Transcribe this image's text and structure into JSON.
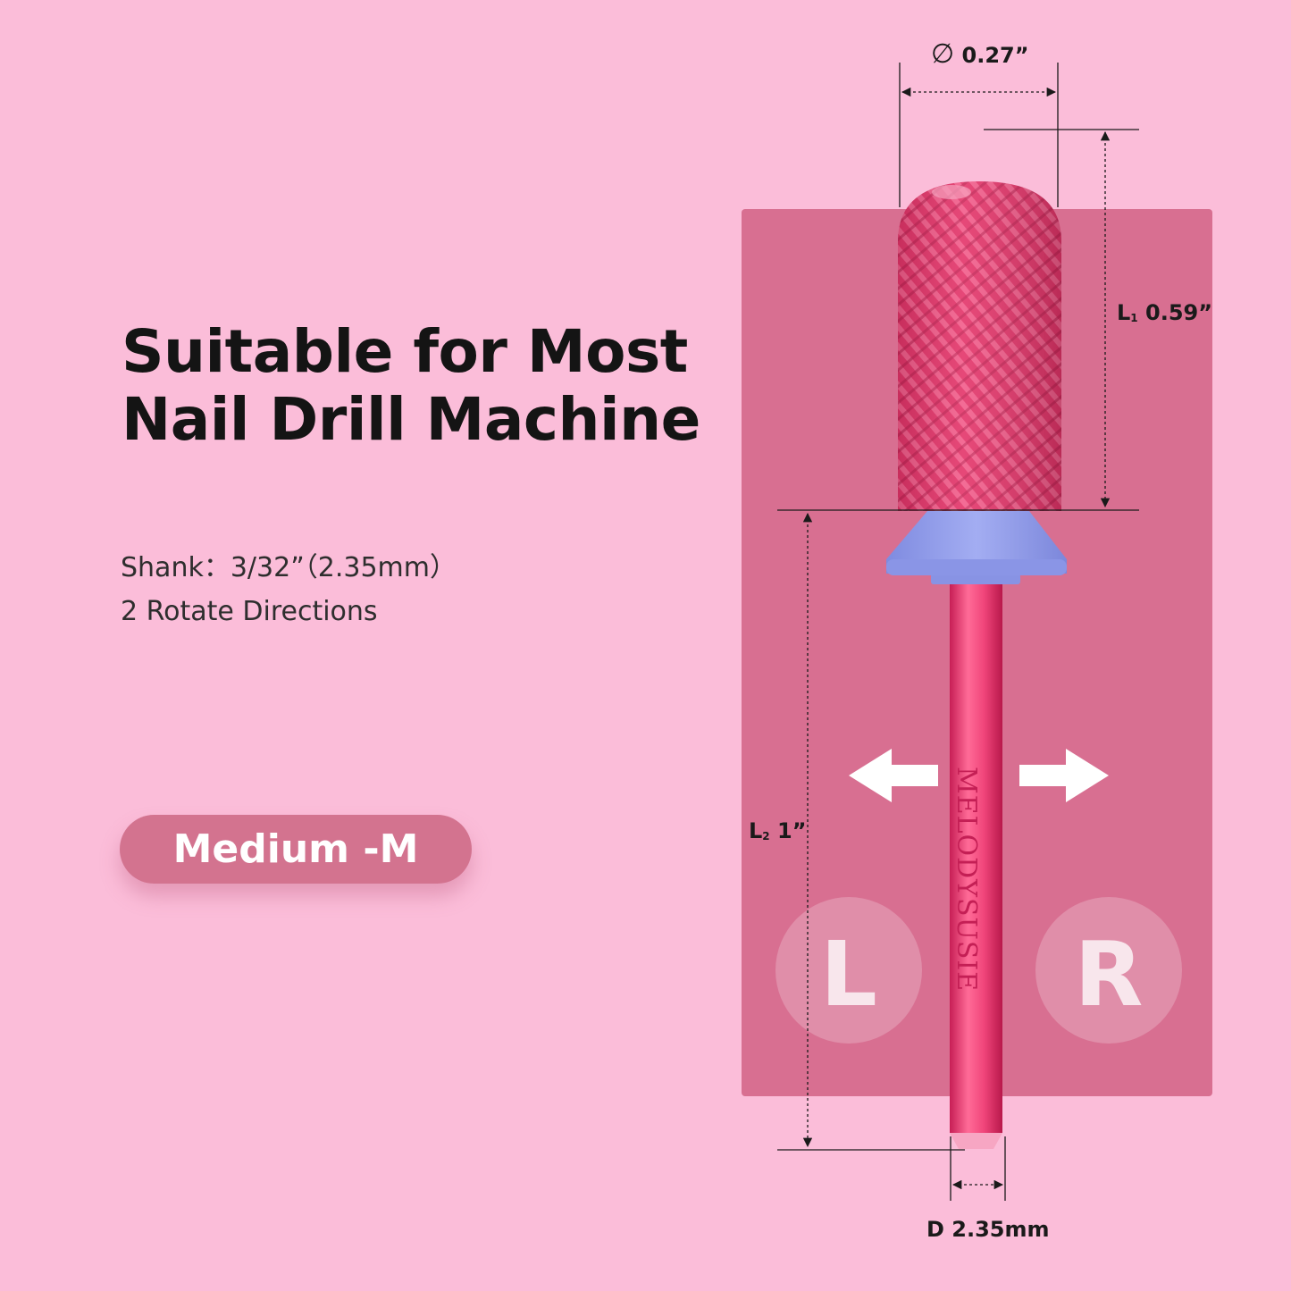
{
  "headline": {
    "line1": "Suitable for Most",
    "line2": "Nail Drill Machine"
  },
  "specs": {
    "shank_label": "Shank：",
    "shank_value": "3/32”（2.35mm）",
    "rotation": "2 Rotate Directions"
  },
  "grit_badge": "Medium -M",
  "dimensions": {
    "diameter_symbol": "∅",
    "diameter": "0.27”",
    "l1_letter": "L",
    "l1_sub": "1",
    "l1_value": "0.59”",
    "l2_letter": "L",
    "l2_sub": "2",
    "l2_value": "1”",
    "shank_diameter": "D 2.35mm"
  },
  "direction_labels": {
    "left": "L",
    "right": "R"
  },
  "icons": {
    "left": "arrow-left-icon",
    "right": "arrow-right-icon"
  },
  "brand": "MelodySusie",
  "colors": {
    "background": "#fbbdd9",
    "panel": "#d86f91",
    "badge": "#d3738f",
    "bit": "#e8336b",
    "collar": "#8f9ae8"
  }
}
